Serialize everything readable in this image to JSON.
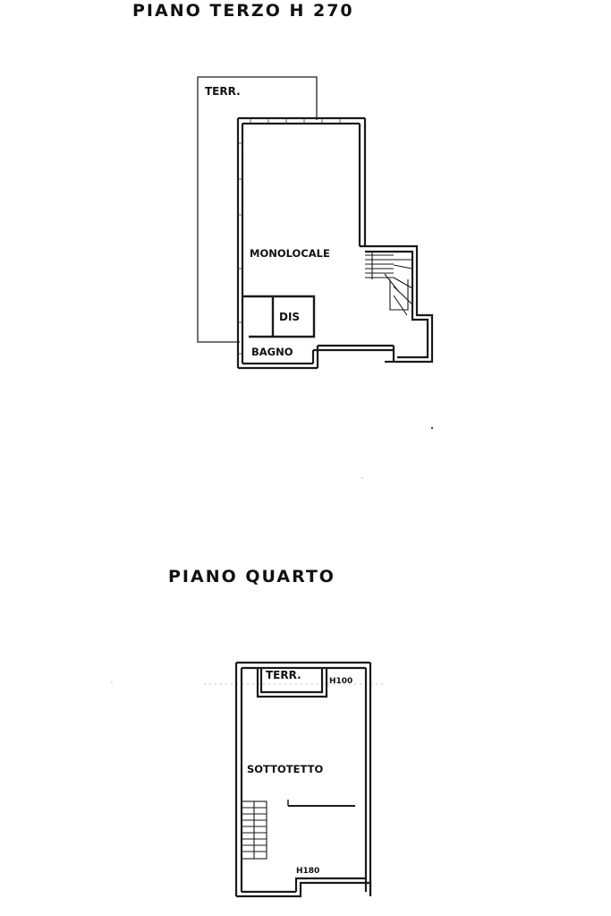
{
  "floor3": {
    "title": "PIANO  TERZO  H 270",
    "rooms": {
      "terrace": "TERR.",
      "studio": "MONOLOCALE",
      "hall": "DIS",
      "bathroom": "BAGNO"
    }
  },
  "floor4": {
    "title": "PIANO  QUARTO",
    "rooms": {
      "terrace": "TERR.",
      "attic": "SOTTOTETTO"
    },
    "heights": {
      "top_right": "H100",
      "bottom": "H180"
    }
  },
  "colors": {
    "ink": "#111111",
    "paper": "#ffffff",
    "wall": "#1a1a1a"
  }
}
